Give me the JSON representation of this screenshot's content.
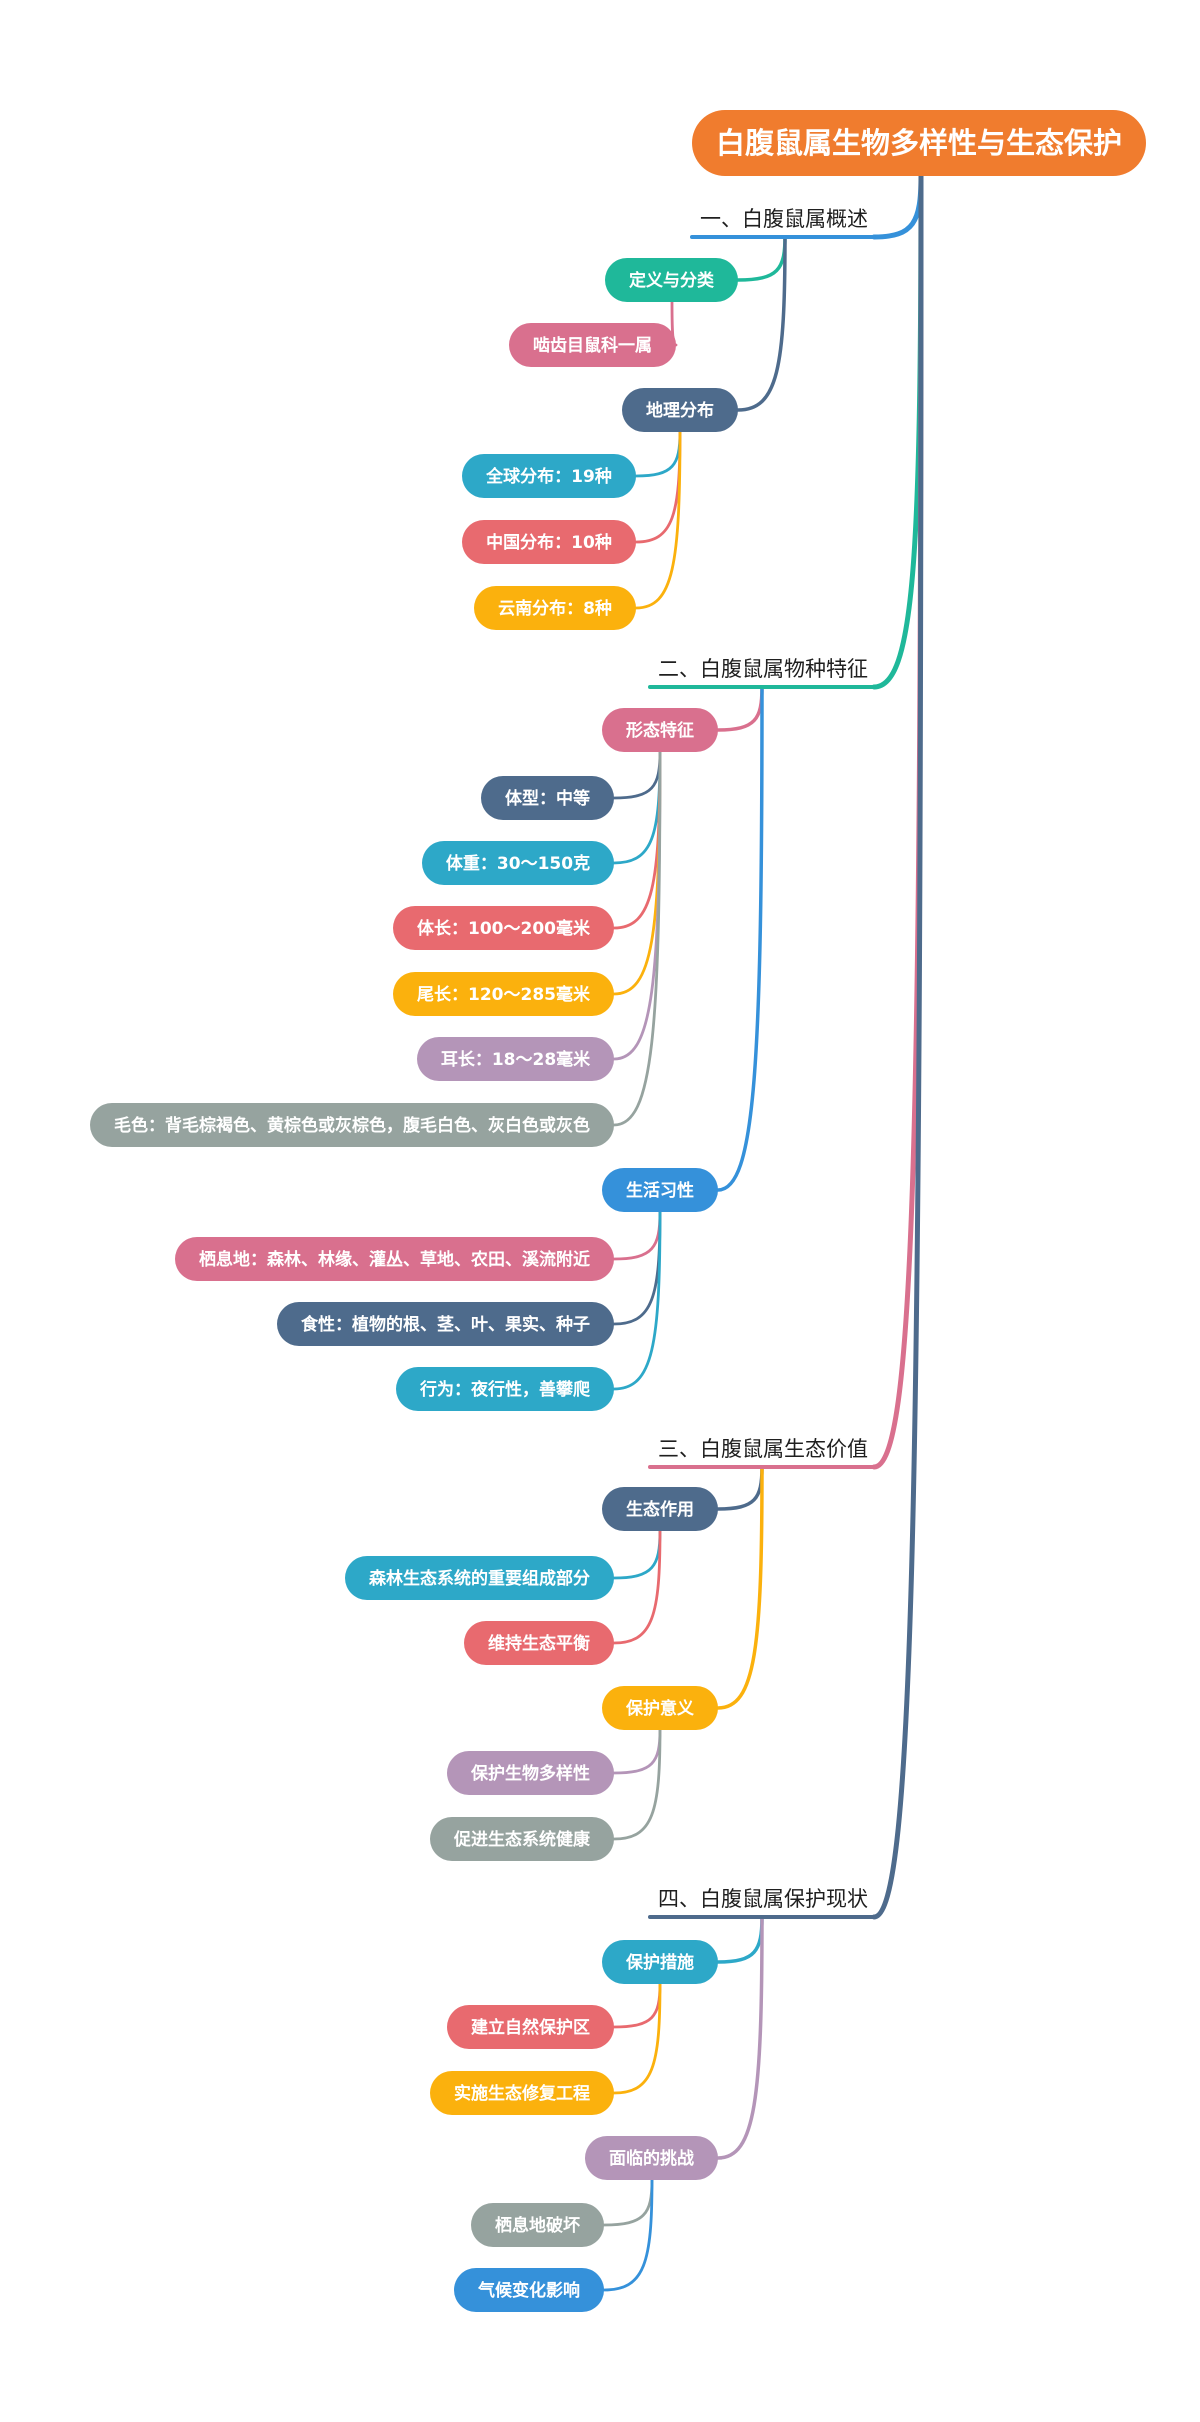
{
  "title": "白腹鼠属生物多样性与生态保护",
  "colors": {
    "root": "#F07C2E",
    "teal": "#1FB89A",
    "slate": "#4E6B8C",
    "cyan": "#2DA8C8",
    "red": "#E86A6F",
    "amber": "#FBB10D",
    "pink": "#D9708E",
    "purple": "#B495B8",
    "gray": "#96A39F",
    "blue": "#3591DA"
  },
  "sections": [
    {
      "label": "一、白腹鼠属概述",
      "line_color": "blue",
      "branch_color": "blue",
      "groups": [
        {
          "label": "定义与分类",
          "color": "teal",
          "items": [
            {
              "label": "啮齿目鼠科一属",
              "color": "pink"
            }
          ]
        },
        {
          "label": "地理分布",
          "color": "slate",
          "items": [
            {
              "label": "全球分布：19种",
              "color": "cyan"
            },
            {
              "label": "中国分布：10种",
              "color": "red"
            },
            {
              "label": "云南分布：8种",
              "color": "amber"
            }
          ]
        }
      ]
    },
    {
      "label": "二、白腹鼠属物种特征",
      "line_color": "teal",
      "branch_color": "teal",
      "groups": [
        {
          "label": "形态特征",
          "color": "pink",
          "items": [
            {
              "label": "体型：中等",
              "color": "slate"
            },
            {
              "label": "体重：30～150克",
              "color": "cyan"
            },
            {
              "label": "体长：100～200毫米",
              "color": "red"
            },
            {
              "label": "尾长：120～285毫米",
              "color": "amber"
            },
            {
              "label": "耳长：18～28毫米",
              "color": "purple"
            },
            {
              "label": "毛色：背毛棕褐色、黄棕色或灰棕色，腹毛白色、灰白色或灰色",
              "color": "gray"
            }
          ]
        },
        {
          "label": "生活习性",
          "color": "blue",
          "items": [
            {
              "label": "栖息地：森林、林缘、灌丛、草地、农田、溪流附近",
              "color": "pink"
            },
            {
              "label": "食性：植物的根、茎、叶、果实、种子",
              "color": "slate"
            },
            {
              "label": "行为：夜行性，善攀爬",
              "color": "cyan"
            }
          ]
        }
      ]
    },
    {
      "label": "三、白腹鼠属生态价值",
      "line_color": "pink",
      "branch_color": "pink",
      "groups": [
        {
          "label": "生态作用",
          "color": "slate",
          "items": [
            {
              "label": "森林生态系统的重要组成部分",
              "color": "cyan"
            },
            {
              "label": "维持生态平衡",
              "color": "red"
            }
          ]
        },
        {
          "label": "保护意义",
          "color": "amber",
          "items": [
            {
              "label": "保护生物多样性",
              "color": "purple"
            },
            {
              "label": "促进生态系统健康",
              "color": "gray"
            }
          ]
        }
      ]
    },
    {
      "label": "四、白腹鼠属保护现状",
      "line_color": "slate",
      "branch_color": "slate",
      "groups": [
        {
          "label": "保护措施",
          "color": "cyan",
          "items": [
            {
              "label": "建立自然保护区",
              "color": "red"
            },
            {
              "label": "实施生态修复工程",
              "color": "amber"
            }
          ]
        },
        {
          "label": "面临的挑战",
          "color": "purple",
          "items": [
            {
              "label": "栖息地破坏",
              "color": "gray"
            },
            {
              "label": "气候变化影响",
              "color": "blue"
            }
          ]
        }
      ]
    }
  ]
}
